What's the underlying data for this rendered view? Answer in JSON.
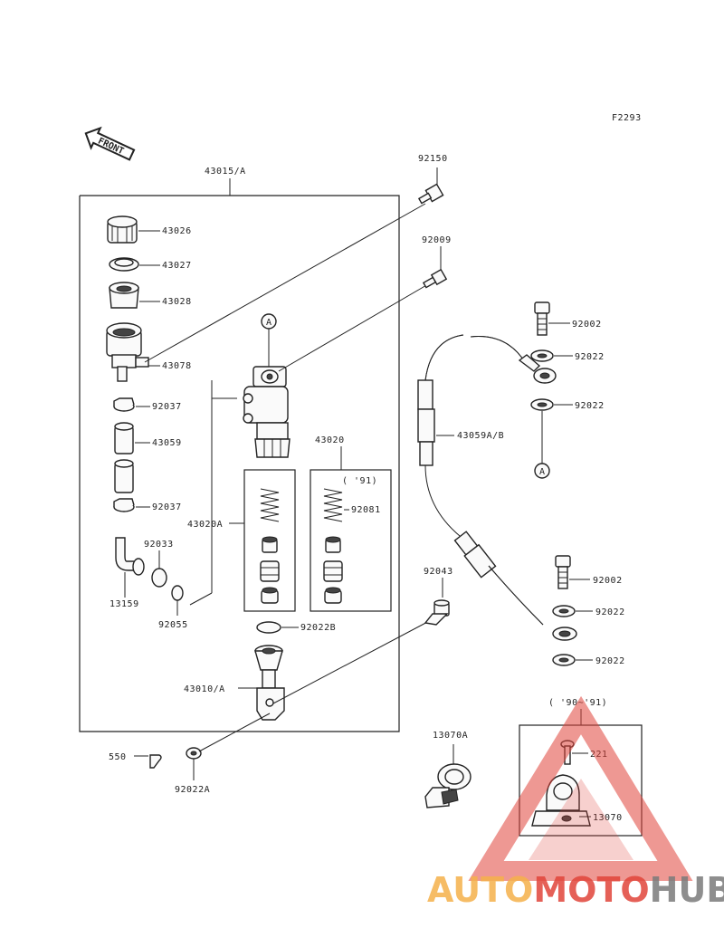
{
  "diagram": {
    "ref_code": "F2293",
    "front_label": "FRONT",
    "assembly_label": "43015/A",
    "parts": {
      "p43026": "43026",
      "p43027": "43027",
      "p43028": "43028",
      "p43078": "43078",
      "p92037a": "92037",
      "p43059": "43059",
      "p92037b": "92037",
      "p92033": "92033",
      "p13159": "13159",
      "p92055": "92055",
      "p43020A": "43020A",
      "p43020": "43020",
      "p91": "( '91)",
      "p92081": "92081",
      "p92022B": "92022B",
      "p43010A": "43010/A",
      "p550": "550",
      "p92022A": "92022A",
      "p92150": "92150",
      "p92009": "92009",
      "p92043": "92043",
      "p92002a": "92002",
      "p92022a": "92022",
      "p92022b": "92022",
      "p43059AB": "43059A/B",
      "p92002b": "92002",
      "p92022c": "92022",
      "p92022d": "92022",
      "p9091": "( '90~'91)",
      "p221": "221",
      "p13070": "13070",
      "p13070A": "13070A",
      "markA1": "A",
      "markA2": "A"
    }
  },
  "watermark": {
    "brand_part1": "AUTO",
    "brand_part2": "MOTO",
    "brand_part3": "HUB",
    "color_orange": "#f5b04a",
    "color_red": "#e0443a",
    "color_gray": "#7a7a7a"
  }
}
